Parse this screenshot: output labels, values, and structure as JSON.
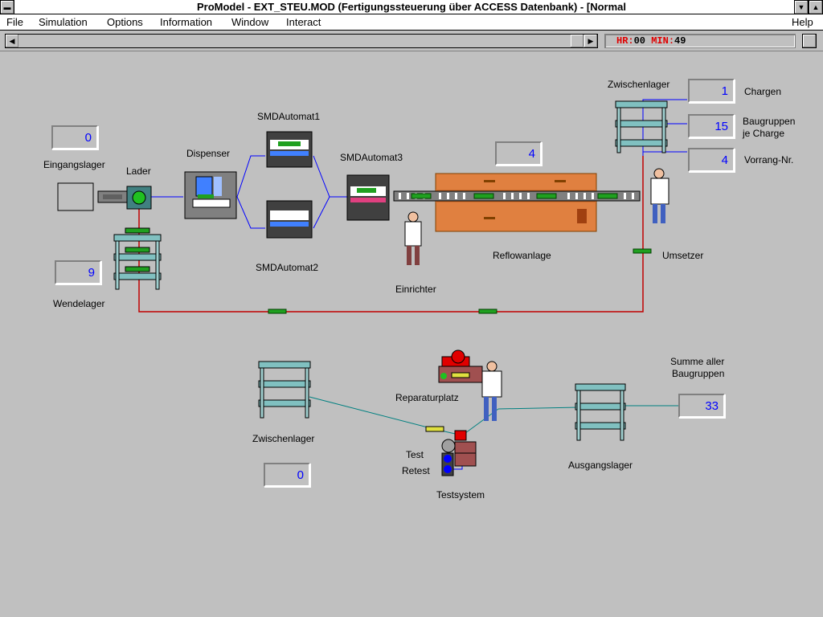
{
  "window": {
    "title": "ProModel - EXT_STEU.MOD (Fertigungssteuerung über ACCESS Datenbank) - [Normal"
  },
  "menu": {
    "file": "File",
    "simulation": "Simulation",
    "options": "Options",
    "information": "Information",
    "window": "Window",
    "interact": "Interact",
    "help": "Help"
  },
  "clock": {
    "hr_label": "HR:",
    "hr_value": "00",
    "min_label": "MIN:",
    "min_value": "49"
  },
  "labels": {
    "eingangslager": "Eingangslager",
    "lader": "Lader",
    "dispenser": "Dispenser",
    "smd1": "SMDAutomat1",
    "smd2": "SMDAutomat2",
    "smd3": "SMDAutomat3",
    "reflowanlage": "Reflowanlage",
    "einrichter": "Einrichter",
    "wendelager": "Wendelager",
    "zwischenlager_top": "Zwischenlager",
    "chargen": "Chargen",
    "baugruppen_je_charge_1": "Baugruppen",
    "baugruppen_je_charge_2": "je Charge",
    "vorrang": "Vorrang-Nr.",
    "umsetzer": "Umsetzer",
    "zwischenlager_bottom": "Zwischenlager",
    "reparaturplatz": "Reparaturplatz",
    "test": "Test",
    "retest": "Retest",
    "testsystem": "Testsystem",
    "ausgangslager": "Ausgangslager",
    "summe_1": "Summe aller",
    "summe_2": "Baugruppen"
  },
  "counters": {
    "eingangslager": "0",
    "wendelager": "9",
    "reflow": "4",
    "chargen": "1",
    "baugruppen_je_charge": "15",
    "vorrang": "4",
    "zwischenlager_bottom": "0",
    "summe": "33"
  },
  "colors": {
    "clock_label": "#e00000",
    "counter_text": "#0000ff",
    "loop_line": "#c00000",
    "conveyor_line": "#0000ff",
    "path_teal": "#008080",
    "reflow_orange": "#e08040",
    "pcb_green": "#20a020"
  },
  "icons": {
    "system_menu": "minus-icon",
    "scroll_left": "left-arrow-icon",
    "scroll_right": "right-arrow-icon",
    "minimize": "down-triangle-icon",
    "maximize": "up-triangle-icon"
  }
}
